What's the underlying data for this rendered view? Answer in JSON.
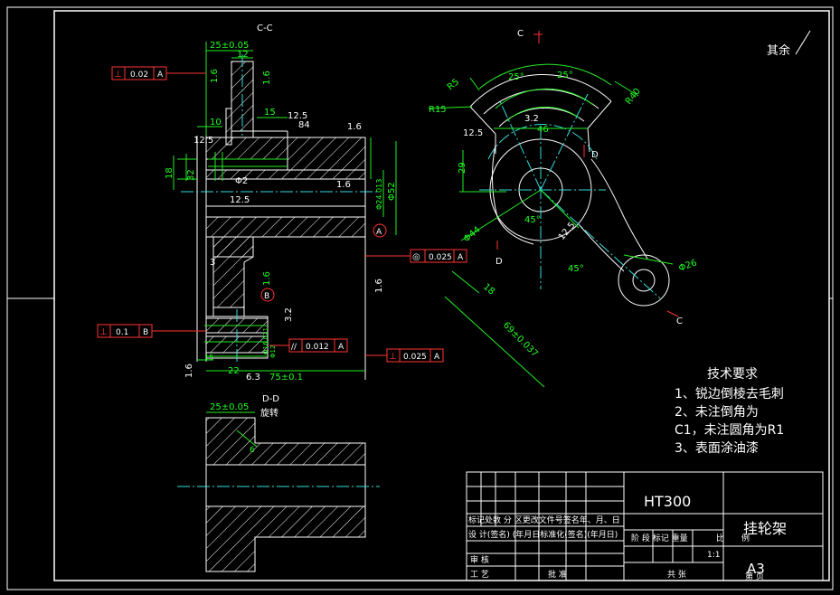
{
  "colors": {
    "background": "#000000",
    "line": "#ffffff",
    "dimension": "#22ee22",
    "center": "#33dddd",
    "note": "#ff3333",
    "frame": "#ffffff"
  },
  "views": {
    "section_cc": "C-C",
    "section_dd": "D-D",
    "rotated": "旋转",
    "cut_c_top": "C",
    "cut_c_bottom": "C",
    "cut_d_top": "D",
    "cut_d_bottom": "D",
    "datum_a": "A",
    "datum_b": "B"
  },
  "roughness_rest": "其余",
  "tolerance_frames": [
    {
      "symbol": "⊥",
      "value": "0.02",
      "datum": "A"
    },
    {
      "symbol": "◎",
      "value": "0.025",
      "datum": "A"
    },
    {
      "symbol": "⊥",
      "value": "0.1",
      "datum": "B"
    },
    {
      "symbol": "//",
      "value": "0.012",
      "datum": "A"
    },
    {
      "symbol": "⊥",
      "value": "0.025",
      "datum": "A"
    }
  ],
  "dimensions_left": {
    "d1": "25±0.05",
    "d2": "12",
    "d3": "1.6",
    "d4": "1.6",
    "d5": "10",
    "d6": "15",
    "d7": "12.5",
    "d8": "84",
    "d9": "1.6",
    "d10": "12.5",
    "d11": "18",
    "d12": "32",
    "d13": "Φ2",
    "d14": "12.5",
    "d15": "1.6",
    "d16": "Φ24.013",
    "d17": "Φ52",
    "d18": "3",
    "d19": "1.6",
    "d20": "1.6",
    "d21": "3.2",
    "d22": "Φ16.021",
    "d23": "Φ12",
    "d24": "1.6",
    "d25": "22",
    "d26": "6.3",
    "d27": "75±0.1",
    "d28": "15"
  },
  "dimensions_dd": {
    "d1": "25±0.05",
    "d2": "6"
  },
  "dimensions_right": {
    "a1": "25°",
    "a2": "25°",
    "r1": "R5",
    "r2": "R15",
    "r3": "R40",
    "w": "3.2",
    "c": "46",
    "rough": "12.5",
    "h": "29",
    "phi44": "Φ44",
    "ang1": "45°",
    "r26": "12.5",
    "ang2": "45°",
    "len": "18",
    "phi26": "Φ26",
    "long": "69±0.037"
  },
  "tech": {
    "title": "技术要求",
    "items": [
      "1、锐边倒棱去毛刺",
      "2、未注倒角为",
      "C1，未注圆角为R1",
      "3、表面涂油漆"
    ]
  },
  "title_block": {
    "material": "HT300",
    "part_name": "挂轮架",
    "size": "A3",
    "scale": "1:1",
    "rev_row": "标记处数 分  区更改文件号签名年、月、日",
    "design_row": "设  计(签名) (年月日标准化(签名)(年月日)",
    "check": "审  核",
    "process": "工  艺",
    "approve": "批  准",
    "stage": "阶  段  标记  重量",
    "ratio_a": "比",
    "ratio_b": "例",
    "sheets": "共     张",
    "sheet_no": "第     页"
  }
}
